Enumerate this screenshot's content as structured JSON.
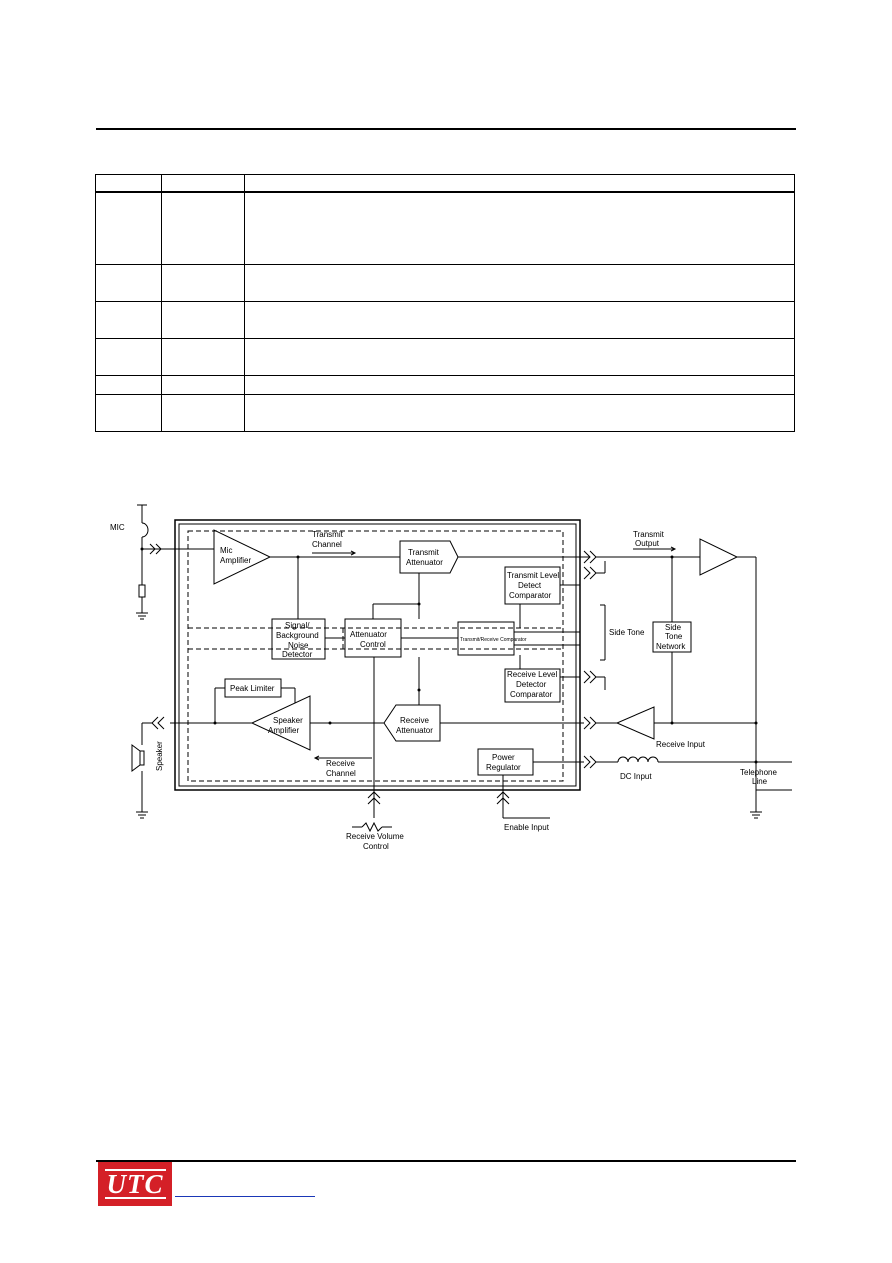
{
  "table": {
    "rows": 7
  },
  "diagram": {
    "mic": "MIC",
    "mic_amplifier": [
      "Mic",
      "Amplifier"
    ],
    "transmit_channel": [
      "Transmit",
      "Channel"
    ],
    "transmit_attenuator": [
      "Transmit",
      "Attenuator"
    ],
    "transmit_output": [
      "Transmit",
      "Output"
    ],
    "transmit_level_detect": [
      "Transmit Level",
      "Detect",
      "Comparator"
    ],
    "signal_bg_noise": [
      "Signal/",
      "Background",
      "Noise",
      "Detector"
    ],
    "attenuator_control": [
      "Attenuator",
      "Control"
    ],
    "tx_rx_comparator": "Transmit/Receive Comparator",
    "side_tone": "Side Tone",
    "side_tone_network": [
      "Side",
      "Tone",
      "Network"
    ],
    "peak_limiter": "Peak Limiter",
    "receive_level_detect": [
      "Receive Level",
      "Detector",
      "Comparator"
    ],
    "speaker_amplifier": [
      "Speaker",
      "Amplifier"
    ],
    "receive_attenuator": [
      "Receive",
      "Attenuator"
    ],
    "receive_input": "Receive Input",
    "speaker": "Speaker",
    "receive_channel": [
      "Receive",
      "Channel"
    ],
    "power_regulator": [
      "Power",
      "Regulator"
    ],
    "dc_input": "DC Input",
    "telephone_line": [
      "Telephone",
      "Line"
    ],
    "receive_volume_control": [
      "Receive Volume",
      "Control"
    ],
    "enable_input": "Enable Input"
  },
  "logo": {
    "text": "UTC",
    "color": "#d42027"
  },
  "link_color": "#1a37b7"
}
